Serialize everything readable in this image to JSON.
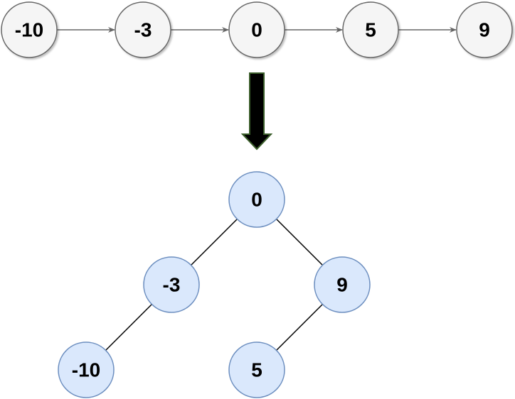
{
  "colors": {
    "list_node_fill": "#f5f5f5",
    "list_node_stroke": "#666666",
    "tree_node_fill": "#dae8fc",
    "tree_node_stroke": "#6c8ebf",
    "arrow_fill": "#000000",
    "arrow_stroke": "#3b5e2b",
    "edge_color": "#000000",
    "link_color": "#666666"
  },
  "linked_list": {
    "nodes": [
      {
        "label": "-10"
      },
      {
        "label": "-3"
      },
      {
        "label": "0"
      },
      {
        "label": "5"
      },
      {
        "label": "9"
      }
    ]
  },
  "tree": {
    "nodes": [
      {
        "id": "root",
        "label": "0"
      },
      {
        "id": "left",
        "label": "-3"
      },
      {
        "id": "right",
        "label": "9"
      },
      {
        "id": "left_left",
        "label": "-10"
      },
      {
        "id": "right_left",
        "label": "5"
      }
    ],
    "edges": [
      {
        "from": "root",
        "to": "left"
      },
      {
        "from": "root",
        "to": "right"
      },
      {
        "from": "left",
        "to": "left_left"
      },
      {
        "from": "right",
        "to": "right_left"
      }
    ]
  }
}
